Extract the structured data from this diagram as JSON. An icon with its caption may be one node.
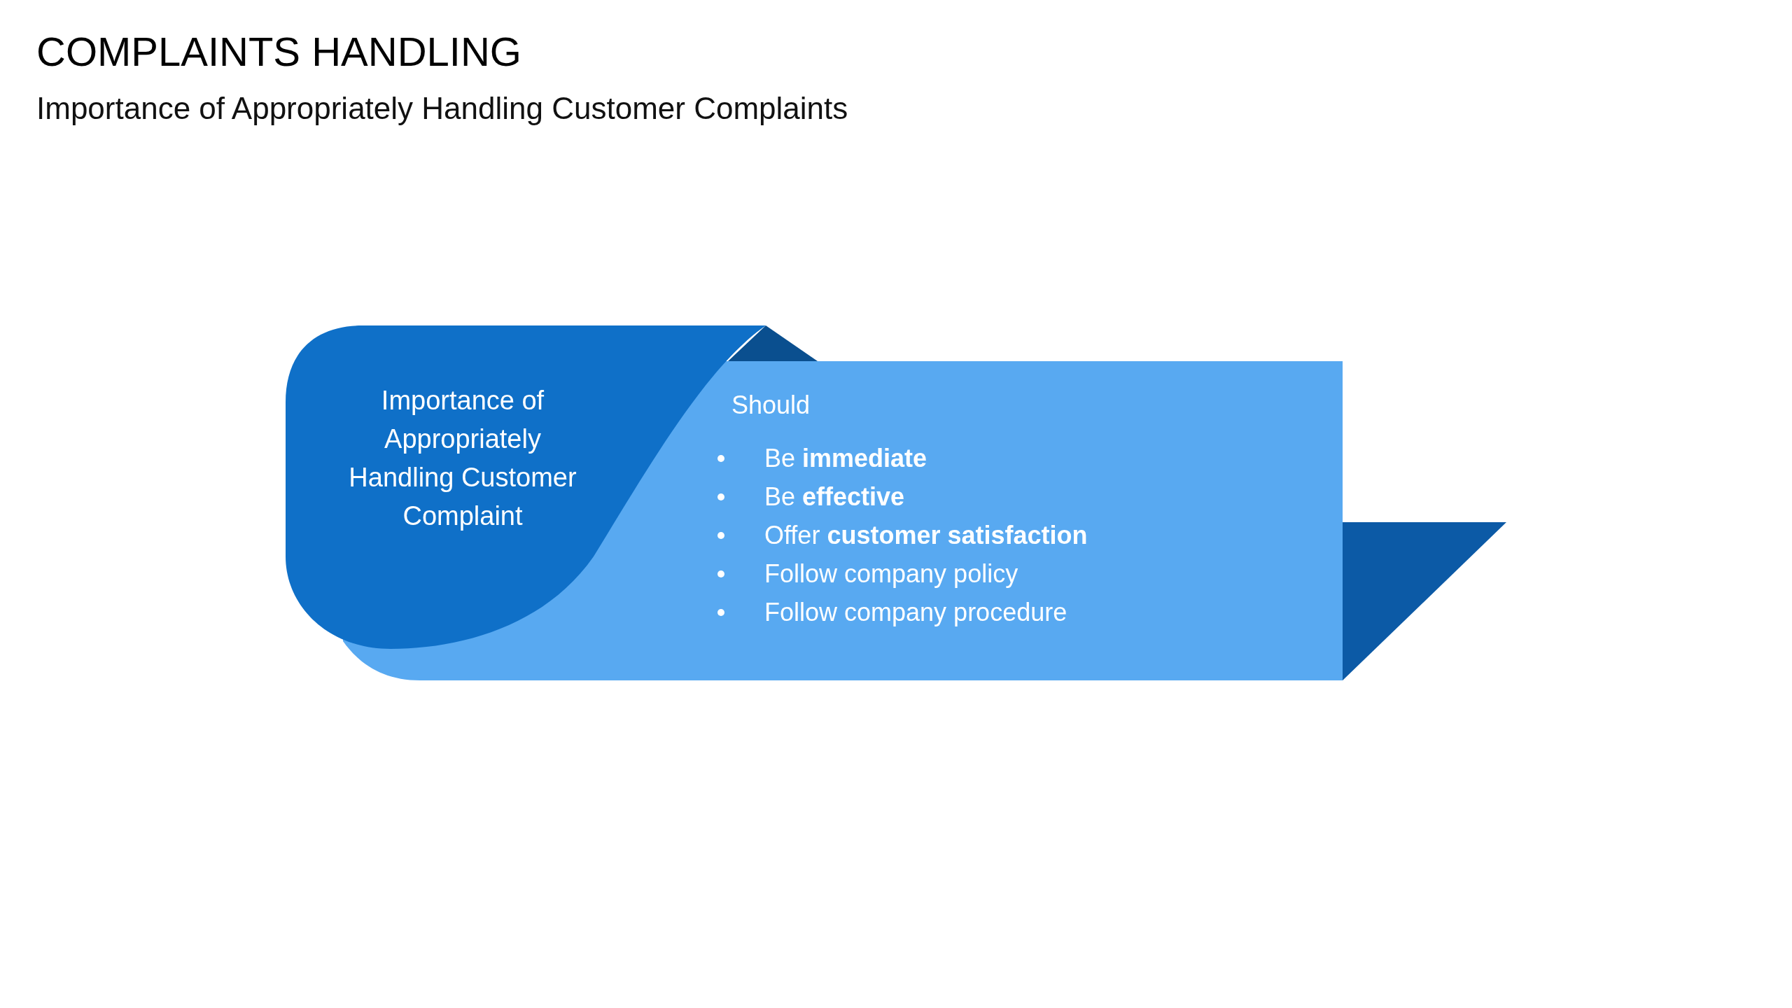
{
  "diagram": {
    "title": "COMPLAINTS HANDLING",
    "nodes": [
      {
        "text": [
          "Importance of Appropriately Handling Customer Complaint"
        ]
      },
      {
        "text": [
          "Should",
          "Be **immediate**",
          "Be **effective**",
          "Offer **customer satisfaction**",
          "Follow company policy",
          "Follow company procedure"
        ]
      }
    ],
    "edges": [],
    "labels": [
      "Importance of Appropriately Handling Customer Complaints"
    ]
  }
}
